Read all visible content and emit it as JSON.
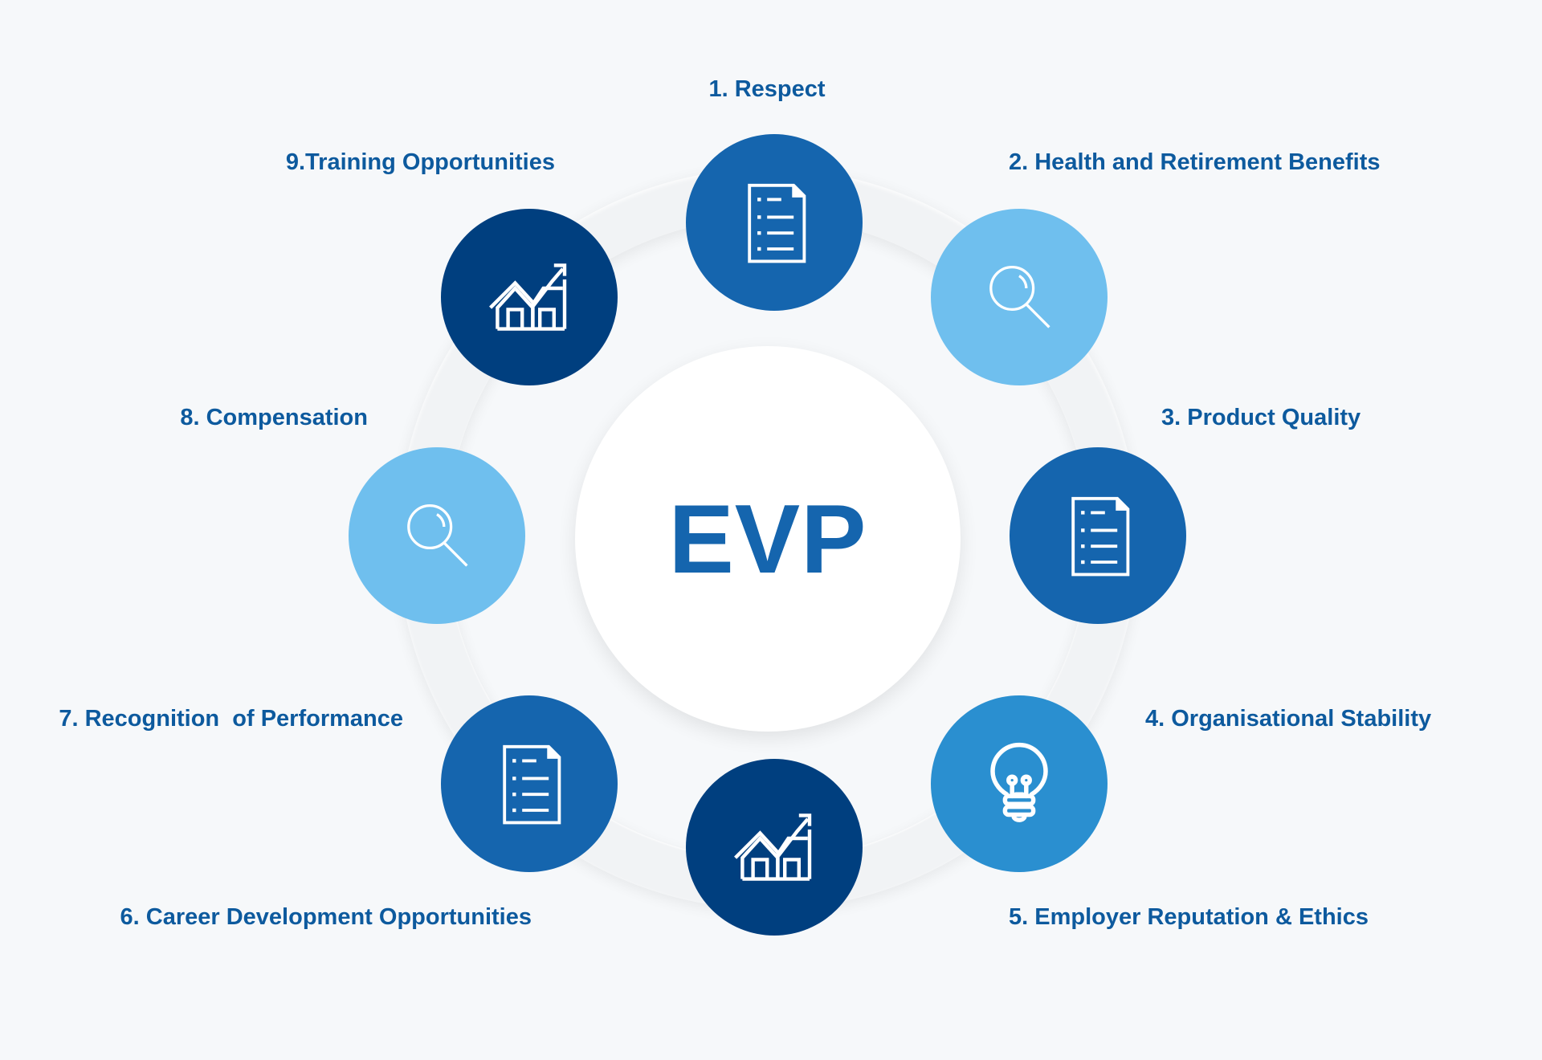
{
  "center_title": "EVP",
  "colors": {
    "dark": "#003f7f",
    "mid": "#1565ae",
    "bright": "#2a8fd0",
    "light": "#6fbfee",
    "label": "#0d5a9e"
  },
  "items": [
    {
      "label": "1. Respect",
      "icon": "document",
      "tone": "mid"
    },
    {
      "label": "2. Health and Retirement Benefits",
      "icon": "magnifier",
      "tone": "light"
    },
    {
      "label": "3. Product Quality",
      "icon": "document",
      "tone": "mid"
    },
    {
      "label": "4. Organisational Stability",
      "icon": "lightbulb",
      "tone": "bright"
    },
    {
      "label": "5. Employer Reputation & Ethics",
      "icon": "chart",
      "tone": "dark"
    },
    {
      "label": "6. Career Development Opportunities",
      "icon": "document",
      "tone": "mid"
    },
    {
      "label": "7. Recognition  of Performance",
      "icon": "magnifier",
      "tone": "light"
    },
    {
      "label": "8. Compensation",
      "icon": "chart",
      "tone": "dark"
    },
    {
      "label": "9.Training Opportunities",
      "icon": "chart",
      "tone": "dark"
    }
  ]
}
